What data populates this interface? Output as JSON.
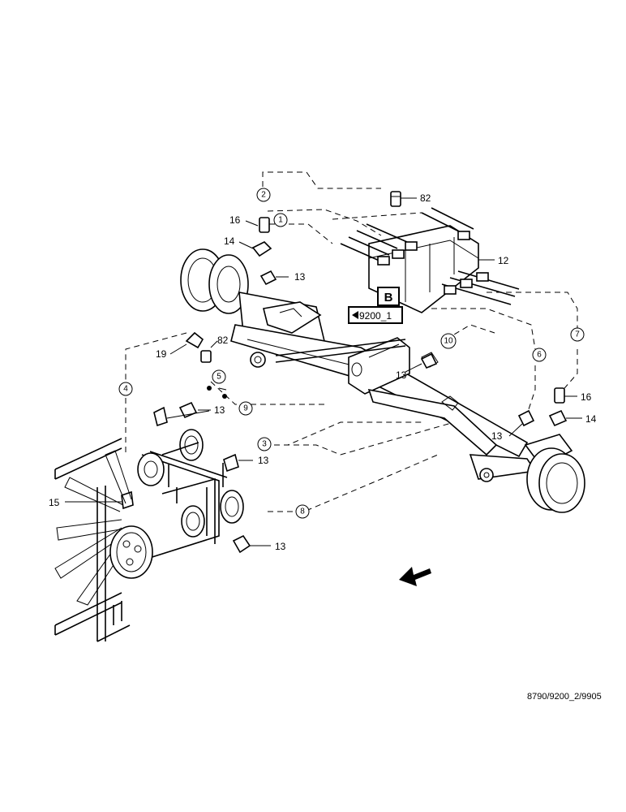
{
  "callouts": {
    "c82_top": "82",
    "c16_left": "16",
    "c14_left": "14",
    "c13_a": "13",
    "c12": "12",
    "c19": "19",
    "c82_mid": "82",
    "c13_b": "13",
    "c13_c": "13",
    "c13_d": "13",
    "c15": "15",
    "c13_e": "13",
    "c13_f": "13",
    "c16_right": "16",
    "c14_right": "14"
  },
  "circled": {
    "n1": "1",
    "n2": "2",
    "n3": "3",
    "n4": "4",
    "n5": "5",
    "n6": "6",
    "n7": "7",
    "n8": "8",
    "n9": "9",
    "n10": "10"
  },
  "box_label": "B",
  "ref_label": "9200_1",
  "footer_code": "8790/9200_2/9905"
}
